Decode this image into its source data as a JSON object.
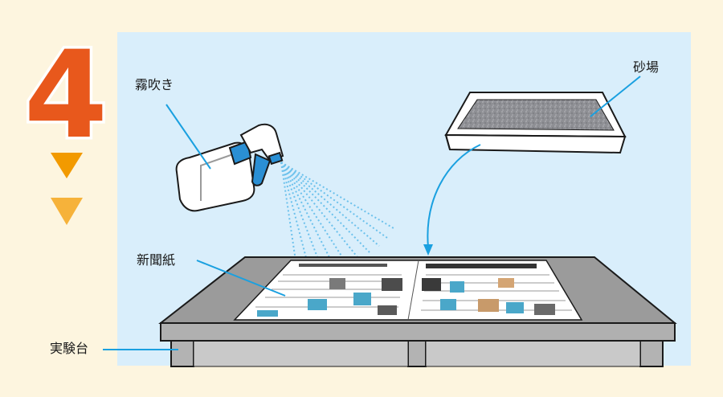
{
  "step": {
    "number": "4",
    "color": "#e8581c",
    "arrow_colors": [
      "#f29a00",
      "#f6b23a"
    ]
  },
  "labels": {
    "sprayer": "霧吹き",
    "sandbox": "砂場",
    "newspaper": "新聞紙",
    "lab_table": "実験台"
  },
  "colors": {
    "background": "#fdf5df",
    "panel": "#d9eefb",
    "leader_line": "#1aa0e0",
    "table_top": "#9b9b9b",
    "table_edge": "#6f6f6f",
    "sand": "#8e8f94"
  }
}
